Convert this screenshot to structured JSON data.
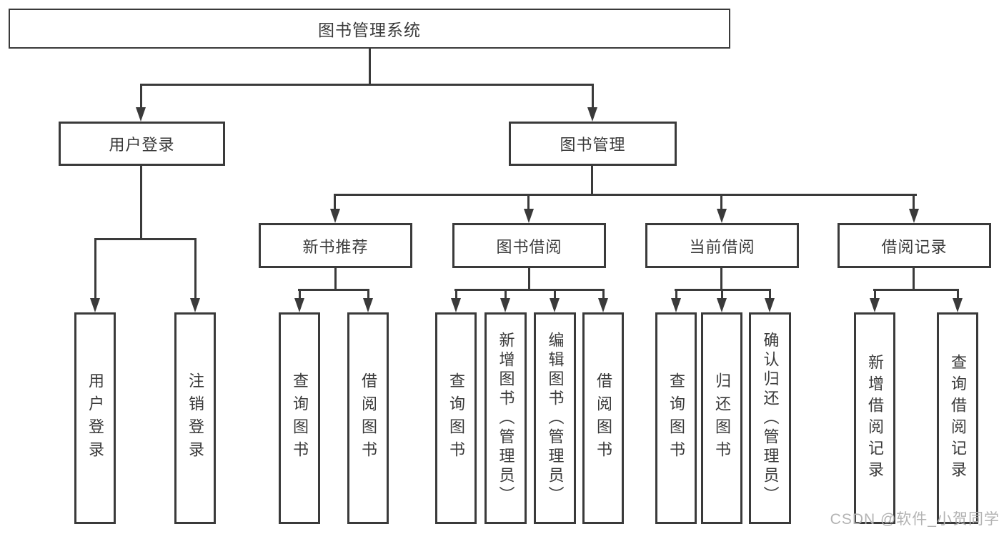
{
  "diagram": {
    "title": "图书管理系统",
    "branches": [
      {
        "label": "用户登录",
        "children": [
          {
            "label": "用户登录"
          },
          {
            "label": "注销登录"
          }
        ]
      },
      {
        "label": "图书管理",
        "children": [
          {
            "label": "新书推荐",
            "children": [
              {
                "label": "查询图书"
              },
              {
                "label": "借阅图书"
              }
            ]
          },
          {
            "label": "图书借阅",
            "children": [
              {
                "label": "查询图书"
              },
              {
                "label": "新增图书（管理员）"
              },
              {
                "label": "编辑图书（管理员）"
              },
              {
                "label": "借阅图书"
              }
            ]
          },
          {
            "label": "当前借阅",
            "children": [
              {
                "label": "查询图书"
              },
              {
                "label": "归还图书"
              },
              {
                "label": "确认归还（管理员）"
              }
            ]
          },
          {
            "label": "借阅记录",
            "children": [
              {
                "label": "新增借阅记录"
              },
              {
                "label": "查询借阅记录"
              }
            ]
          }
        ]
      }
    ]
  },
  "watermark": "CSDN @软件_小贺同学",
  "colors": {
    "line": "#3a3a3a",
    "text": "#3a3a3a",
    "watermark": "#b3b3b3",
    "background": "#ffffff"
  }
}
